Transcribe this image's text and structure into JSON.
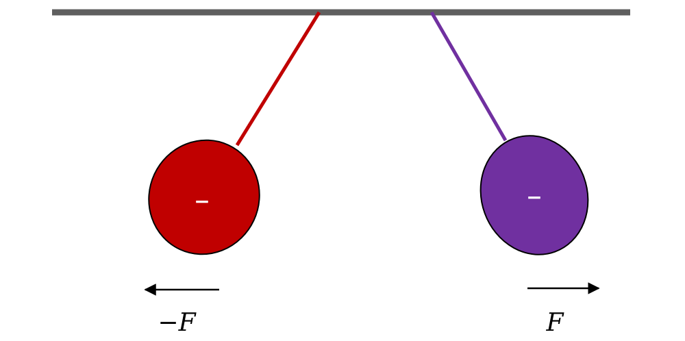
{
  "colors": {
    "ceiling": "#5f5f5f",
    "left_ball": "#c00000",
    "right_ball": "#7030a0",
    "ball_outline": "#000000",
    "sign_text": "#ffffff",
    "arrow": "#000000",
    "label_text": "#000000"
  },
  "left_ball": {
    "charge_sign": "−",
    "force_label": "−F",
    "arrow_direction": "left"
  },
  "right_ball": {
    "charge_sign": "−",
    "force_label": "F",
    "arrow_direction": "right"
  }
}
